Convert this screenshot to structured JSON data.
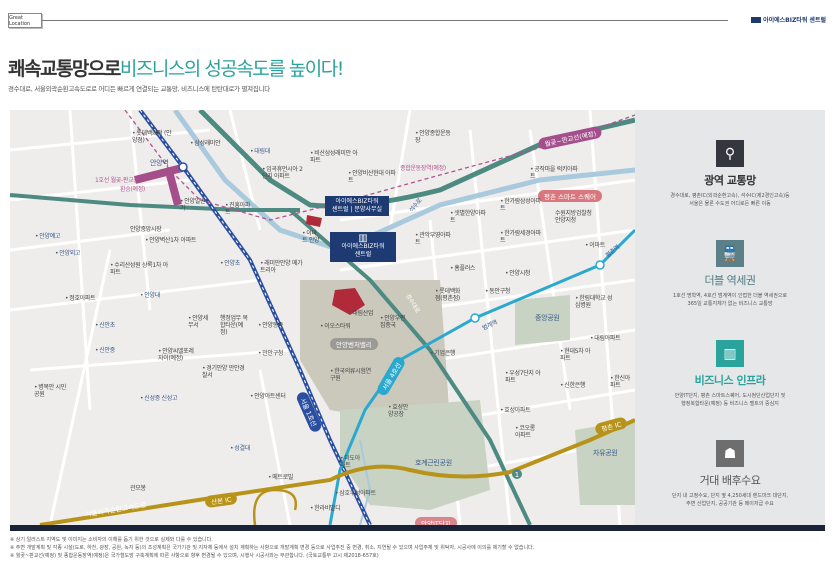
{
  "header": {
    "tag": "Great Location",
    "logo": "아이에스BIZ타워 센트럴"
  },
  "title": {
    "dark": "쾌속교통망으로",
    "teal": "비즈니스의 성공속도를 높이다!"
  },
  "subtitle": "경수대로, 서울외곽순환고속도로로 어디든 빠르게 연결되는 교통망, 비즈니스에 탄탄대로가 펼쳐집니다",
  "map": {
    "callout_main": [
      "아이에스BIZ타워",
      "센트럴"
    ],
    "callout_small": [
      "아이에스BIZ타워",
      "센트럴 | 분양사무실"
    ],
    "pills": {
      "wolgot": "월곶~판교선(예정)",
      "smart": "평촌 스마트 스퀘어",
      "venture": "안양벤처밸리",
      "it": "안양IT단지",
      "line4": "서울 4호선",
      "line1": "서울 1호선",
      "sanbon_ic": "산본 IC",
      "pyeongchon_ic": "평촌 IC",
      "route1": "1"
    },
    "labels": [
      "롯데백화점 (안양점)",
      "삼성래미안",
      "안양역",
      "대림대",
      "1호선 월곶-판교선",
      "환승(예정)",
      "임곡휴먼시아 2단지 아파트",
      "안양일번가",
      "진흥아파트",
      "안양중앙시장",
      "안양벽산1차 아파트",
      "안양예고",
      "안양외고",
      "수리산성원 상록1차 아파트",
      "안양대",
      "정호아파트",
      "안양초",
      "래미안안양 메가트리아",
      "신안초",
      "신안중",
      "병목안 시민공원",
      "안양세무서",
      "행정업무 복합타운(예정)",
      "안양동중",
      "안양씨엘포레자이(예정)",
      "경기안양 만안경찰서",
      "만안구청",
      "신성중 신성고",
      "안양아트센터",
      "성결대",
      "관모봉",
      "메트로빌",
      "안양종합운동장",
      "비산삼성래미안 아파트",
      "안양비산현대 아파트",
      "종합운동장역(예정)",
      "공작마을 럭키아파트",
      "샛별한양아파트",
      "한가람삼성아파트",
      "관악부영아파트",
      "한가람세경아파트",
      "수원지방검찰청 안양지청",
      "이마트",
      "평촌역",
      "홈플러스",
      "안양시청",
      "롯데백화점(평촌점)",
      "동안구청",
      "한림대학교 성심병원",
      "석수로",
      "이마트 안양",
      "대림산업",
      "안양우편집중국",
      "이오스타워",
      "기업은행",
      "한국의류시험연구원",
      "효성안양공장",
      "중앙공원",
      "현대5차 아파트",
      "대림아파트",
      "우성7단지 아파트",
      "신한은행",
      "한신아파트",
      "효성아파트",
      "코오롱아파트",
      "자유공원",
      "호계근린공원",
      "미도아파트",
      "삼호우성아파트",
      "범계역",
      "서울외곽순환고속도로",
      "한라비발디",
      "경수대로"
    ]
  },
  "features": [
    {
      "icon": "map-icon",
      "title": "광역 교통망",
      "desc": "경수대로, 평촌IC(외곽순환고속), 석수IC(제2경인고속)등\n서울은 물론 수도권 어디로든 빠른 이동",
      "color": "#34383e",
      "title_color": "#333333"
    },
    {
      "icon": "train-icon",
      "title": "더블 역세권",
      "desc": "1호선 명학역, 4호선 범계역이 인접한 더블 역세권으로\n365일 교통지체가 없는 비즈니스 교통망",
      "color": "#5b8088",
      "title_color": "#4f7b83"
    },
    {
      "icon": "building-icon",
      "title": "비즈니스 인프라",
      "desc": "안양IT단지, 평촌 스마트스퀘어, 도시첨단산업단지 및\n행정복합타운(예정) 등 비즈니스 벨트의 중심지",
      "color": "#2aa39d",
      "title_color": "#2aa39d"
    },
    {
      "icon": "crowd-icon",
      "title": "거대 배후수요",
      "desc": "단지 내 고정수요, 단지 옆 4,250세대 랜드마크 대단지,\n주변 산업단지, 공공기관 등 메이저급 수요",
      "color": "#6e6e6e",
      "title_color": "#555555"
    }
  ],
  "notes": [
    "※ 상기 일러스트 지역도 및 이미지는 소비자의 이해를 돕기 위한 것으로 실제와 다를 수 있습니다.",
    "※ 주변 개발계획 및 각종 시설(도로, 하천, 광장, 공원, 녹지 등)의 조성계획은 국가기관 및 지자체 등에서 설치 계획하는 사항으로 개발계획 변경 등으로 사업추진 중 변경, 취소, 지연될 수 있으며 사업주체 및 위탁자, 시공사에 이의를 제기할 수 없습니다.",
    "※ 월곶~판교선(예정) 및 종합운동장역(예정)은 국가철도망 구축계획에 따른 사항으로 향후 변경될 수 있으며, 시행사 시공사와는 무관합니다. (국토교통부 고시 제2018-657호)"
  ]
}
